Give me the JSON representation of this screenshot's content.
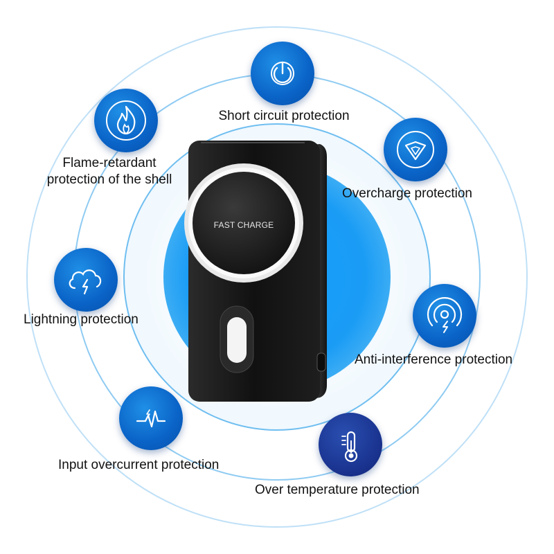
{
  "device": {
    "pad_text": "FAST CHARGE"
  },
  "features": [
    {
      "label": "Short circuit protection",
      "icon": "power-icon"
    },
    {
      "label": "Flame-retardant\nprotection of the shell",
      "icon": "flame-icon"
    },
    {
      "label": "Overcharge protection",
      "icon": "shield-icon"
    },
    {
      "label": "Lightning protection",
      "icon": "storm-cloud-icon"
    },
    {
      "label": "Anti-interference protection",
      "icon": "signal-icon"
    },
    {
      "label": "Input overcurrent protection",
      "icon": "pulse-icon"
    },
    {
      "label": "Over temperature protection",
      "icon": "thermometer-icon"
    }
  ],
  "colors": {
    "accent": "#0a63c7",
    "accent_dark": "#1b3592",
    "glow": "#1aa3ff",
    "device": "#1a1a1a"
  }
}
